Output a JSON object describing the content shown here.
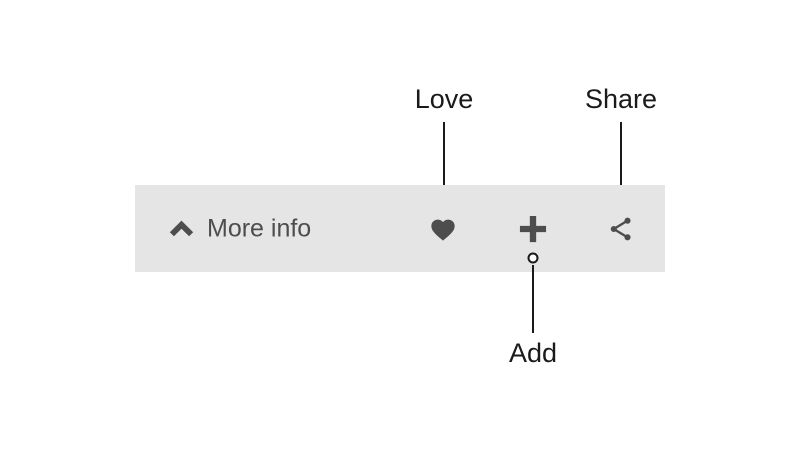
{
  "toolbar": {
    "more_info_label": "More info",
    "actions": {
      "love": {
        "name": "Love",
        "icon": "heart-icon"
      },
      "add": {
        "name": "Add",
        "icon": "plus-icon"
      },
      "share": {
        "name": "Share",
        "icon": "share-icon"
      }
    }
  },
  "annotations": {
    "love_label": "Love",
    "share_label": "Share",
    "add_label": "Add"
  },
  "colors": {
    "bar_background": "#e5e5e5",
    "icon": "#4d4d4d",
    "toolbar_text": "#4d4d4d",
    "annotation_text": "#1a1a1a",
    "leader_line": "#1a1a1a"
  }
}
